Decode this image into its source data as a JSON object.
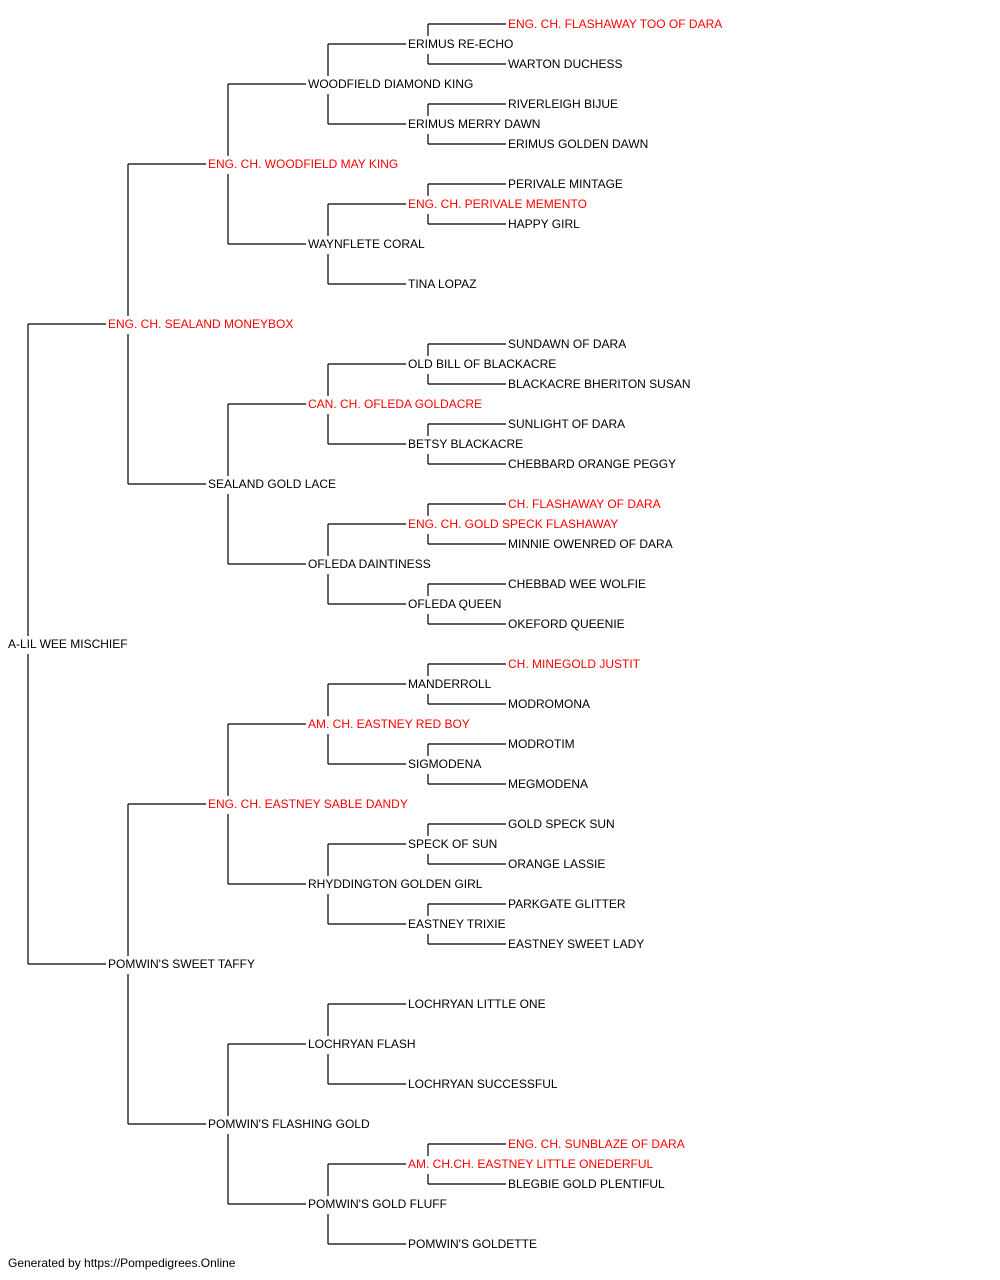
{
  "colors": {
    "champion": "#ff0000",
    "normal": "#000000",
    "line": "#000000"
  },
  "footer": "Generated by https://Pompedigrees.Online",
  "pedigree": {
    "name": "A-LIL WEE MISCHIEF",
    "champion": false,
    "sire": {
      "name": "ENG. CH. SEALAND MONEYBOX",
      "champion": true,
      "sire": {
        "name": "ENG. CH. WOODFIELD MAY KING",
        "champion": true,
        "sire": {
          "name": "WOODFIELD DIAMOND KING",
          "champion": false,
          "sire": {
            "name": "ERIMUS RE-ECHO",
            "champion": false,
            "sire": {
              "name": "ENG. CH. FLASHAWAY TOO OF DARA",
              "champion": true
            },
            "dam": {
              "name": "WARTON DUCHESS",
              "champion": false
            }
          },
          "dam": {
            "name": "ERIMUS MERRY DAWN",
            "champion": false,
            "sire": {
              "name": "RIVERLEIGH BIJUE",
              "champion": false
            },
            "dam": {
              "name": "ERIMUS GOLDEN DAWN",
              "champion": false
            }
          }
        },
        "dam": {
          "name": "WAYNFLETE CORAL",
          "champion": false,
          "sire": {
            "name": "ENG. CH. PERIVALE MEMENTO",
            "champion": true,
            "sire": {
              "name": "PERIVALE MINTAGE",
              "champion": false
            },
            "dam": {
              "name": "HAPPY GIRL",
              "champion": false
            }
          },
          "dam": {
            "name": "TINA LOPAZ",
            "champion": false
          }
        }
      },
      "dam": {
        "name": "SEALAND GOLD LACE",
        "champion": false,
        "sire": {
          "name": "CAN. CH. OFLEDA GOLDACRE",
          "champion": true,
          "sire": {
            "name": "OLD BILL OF BLACKACRE",
            "champion": false,
            "sire": {
              "name": "SUNDAWN OF DARA",
              "champion": false
            },
            "dam": {
              "name": "BLACKACRE BHERITON SUSAN",
              "champion": false
            }
          },
          "dam": {
            "name": "BETSY BLACKACRE",
            "champion": false,
            "sire": {
              "name": "SUNLIGHT OF DARA",
              "champion": false
            },
            "dam": {
              "name": "CHEBBARD ORANGE PEGGY",
              "champion": false
            }
          }
        },
        "dam": {
          "name": "OFLEDA DAINTINESS",
          "champion": false,
          "sire": {
            "name": "ENG. CH. GOLD SPECK FLASHAWAY",
            "champion": true,
            "sire": {
              "name": "CH. FLASHAWAY OF DARA",
              "champion": true
            },
            "dam": {
              "name": "MINNIE OWENRED OF DARA",
              "champion": false
            }
          },
          "dam": {
            "name": "OFLEDA QUEEN",
            "champion": false,
            "sire": {
              "name": "CHEBBAD WEE WOLFIE",
              "champion": false
            },
            "dam": {
              "name": "OKEFORD QUEENIE",
              "champion": false
            }
          }
        }
      }
    },
    "dam": {
      "name": "POMWIN'S SWEET TAFFY",
      "champion": false,
      "sire": {
        "name": "ENG. CH. EASTNEY SABLE DANDY",
        "champion": true,
        "sire": {
          "name": "AM. CH. EASTNEY RED BOY",
          "champion": true,
          "sire": {
            "name": "MANDERROLL",
            "champion": false,
            "sire": {
              "name": "CH. MINEGOLD JUSTIT",
              "champion": true
            },
            "dam": {
              "name": "MODROMONA",
              "champion": false
            }
          },
          "dam": {
            "name": "SIGMODENA",
            "champion": false,
            "sire": {
              "name": "MODROTIM",
              "champion": false
            },
            "dam": {
              "name": "MEGMODENA",
              "champion": false
            }
          }
        },
        "dam": {
          "name": "RHYDDINGTON GOLDEN GIRL",
          "champion": false,
          "sire": {
            "name": "SPECK OF SUN",
            "champion": false,
            "sire": {
              "name": "GOLD SPECK SUN",
              "champion": false
            },
            "dam": {
              "name": "ORANGE LASSIE",
              "champion": false
            }
          },
          "dam": {
            "name": "EASTNEY TRIXIE",
            "champion": false,
            "sire": {
              "name": "PARKGATE GLITTER",
              "champion": false
            },
            "dam": {
              "name": "EASTNEY SWEET LADY",
              "champion": false
            }
          }
        }
      },
      "dam": {
        "name": "POMWIN'S FLASHING GOLD",
        "champion": false,
        "sire": {
          "name": "LOCHRYAN FLASH",
          "champion": false,
          "sire": {
            "name": "LOCHRYAN LITTLE ONE",
            "champion": false
          },
          "dam": {
            "name": "LOCHRYAN SUCCESSFUL",
            "champion": false
          }
        },
        "dam": {
          "name": "POMWIN'S GOLD FLUFF",
          "champion": false,
          "sire": {
            "name": "AM. CH.CH. EASTNEY LITTLE ONEDERFUL",
            "champion": true,
            "sire": {
              "name": "ENG. CH. SUNBLAZE OF DARA",
              "champion": true
            },
            "dam": {
              "name": "BLEGBIE GOLD PLENTIFUL",
              "champion": false
            }
          },
          "dam": {
            "name": "POMWIN'S GOLDETTE",
            "champion": false
          }
        }
      }
    }
  }
}
